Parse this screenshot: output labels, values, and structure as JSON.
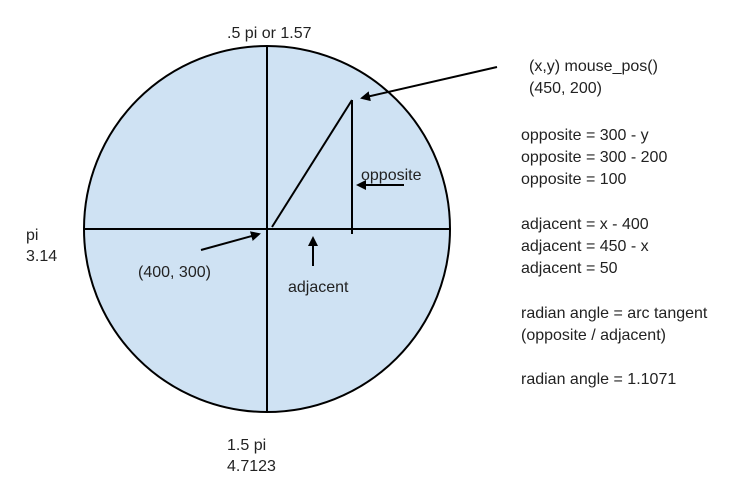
{
  "colors": {
    "circle_fill": "#cfe2f3",
    "line": "#000000",
    "text": "#222222"
  },
  "labels": {
    "top_angle": ".5 pi or 1.57",
    "left_angle_1": "pi",
    "left_angle_2": "3.14",
    "bottom_angle_1": "1.5 pi",
    "bottom_angle_2": "4.7123",
    "center_point": "(400, 300)",
    "opposite_label": "opposite",
    "adjacent_label": "adjacent",
    "mouse_label": "(x,y)  mouse_pos()",
    "mouse_value": "(450, 200)"
  },
  "equations": {
    "opposite": [
      "opposite = 300 - y",
      "opposite = 300 - 200",
      "opposite = 100"
    ],
    "adjacent": [
      "adjacent = x - 400",
      "adjacent = 450 - x",
      "adjacent = 50"
    ],
    "radian": [
      "radian angle = arc tangent",
      "(opposite / adjacent)"
    ],
    "result": "radian angle = 1.1071"
  }
}
